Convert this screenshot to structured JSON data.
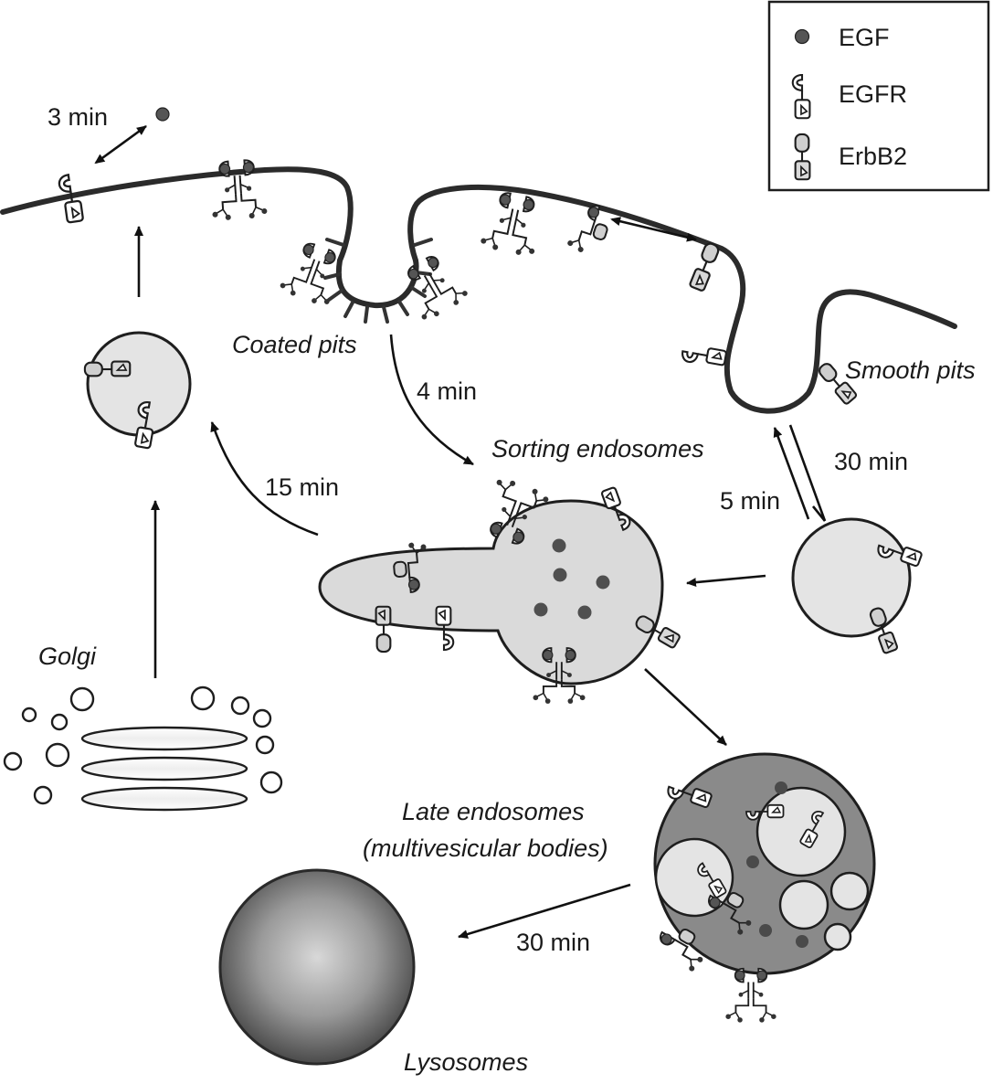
{
  "legend": {
    "egf": "EGF",
    "egfr": "EGFR",
    "erbb2": "ErbB2"
  },
  "labels": {
    "coated_pits": "Coated pits",
    "smooth_pits": "Smooth pits",
    "sorting_endosomes": "Sorting endosomes",
    "golgi": "Golgi",
    "late_endosomes_line1": "Late endosomes",
    "late_endosomes_line2": "(multivesicular bodies)",
    "lysosomes": "Lysosomes"
  },
  "times": {
    "egf_binding": "3 min",
    "coated_pit_internalization": "4 min",
    "recycling": "15 min",
    "smooth_pit_return": "5 min",
    "smooth_pit_internalization": "30 min",
    "lysosome_delivery": "30 min"
  },
  "colors": {
    "membrane": "#2b2b2b",
    "vesicle_fill": "#e4e4e4",
    "late_endosome_fill": "#8a8a8a",
    "egf_dot": "#5a5a5a"
  }
}
